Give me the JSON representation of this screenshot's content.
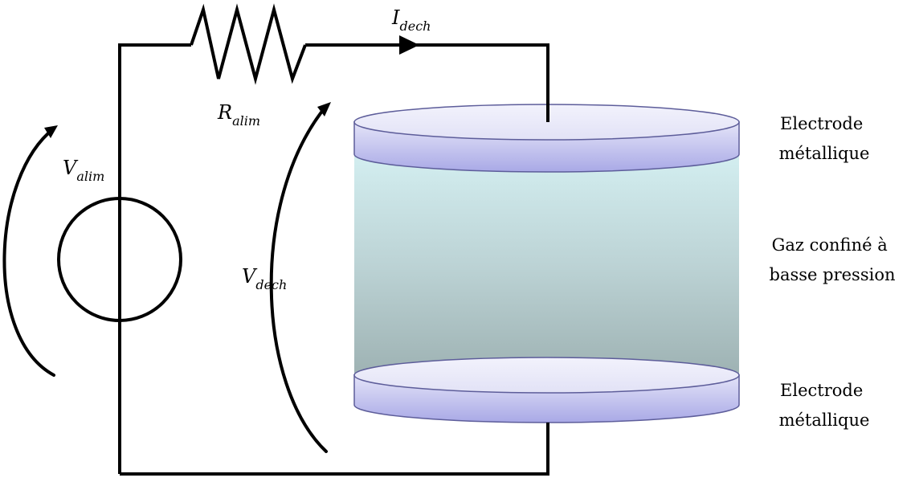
{
  "labels": {
    "v_alim": {
      "main": "V",
      "sub": "alim"
    },
    "r_alim": {
      "main": "R",
      "sub": "alim"
    },
    "i_dech": {
      "main": "I",
      "sub": "dech"
    },
    "v_dech": {
      "main": "V",
      "sub": "dech"
    }
  },
  "annotations": {
    "top_electrode": {
      "line1": "Electrode",
      "line2": "métallique"
    },
    "gas": {
      "line1": "Gaz confiné  à",
      "line2": "basse pression"
    },
    "bottom_electrode": {
      "line1": "Electrode",
      "line2": "métallique"
    }
  },
  "colors": {
    "electrode_top": "#eeeefa",
    "electrode_side_light": "#e2e2f6",
    "electrode_side_dark": "#a8a8e4",
    "gas_top": "#d2ecee",
    "gas_bottom": "#9fb3b4",
    "wire": "#000000"
  }
}
